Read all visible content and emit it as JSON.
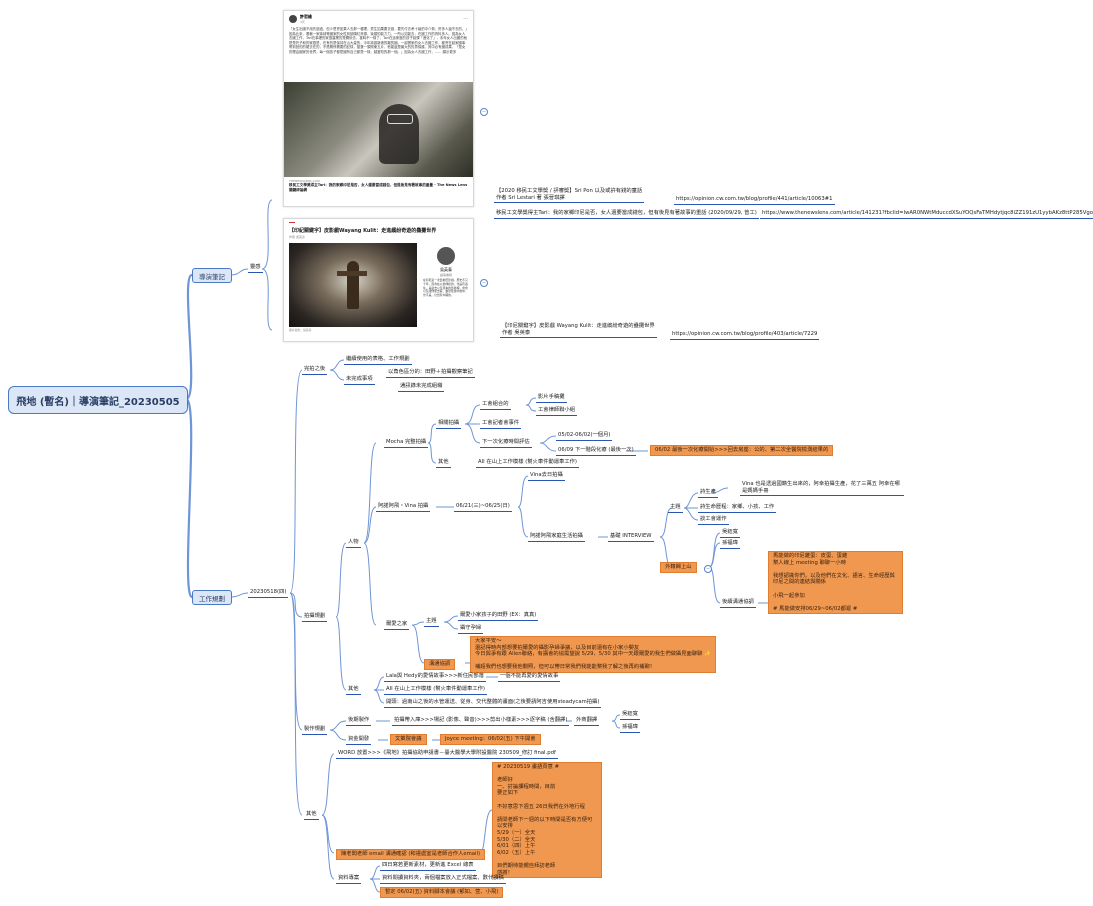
{
  "root": "飛地 (暫名)｜導演筆記_20230505",
  "director_notes": {
    "label": "導演筆記",
    "child": "靈感",
    "article1": {
      "author": "許哲維",
      "time": "4天",
      "body": "「女生出國不用先讀過，但少是會如果人去那一種理，男生如果要去讀，要先付去考十幾的中介費，許多人還不去的。」因為比來，看著一家妹妹等國家的女性到讀碩紅資源，後頭的能力力，一所以如能去，在國工作的資料多人。因為女人去國工作，Tari在事裡的家庭農業的是關懷去，當時不一樣了，Tari在這家庭的孩子說課「進化了」，未年女人出國的就是是托子和的家庭是，在有的是保持在山大量的，今年將讀新娘的離的國。一起實家的女人去國工作，都會在起家國事帶到回的的龍去在的，不是關係需要的記錄，當寶一頭照東五片，他能還是最大的的男保護，其中必有國成果，「是女的理由國家的世界，每一個孩子都是國有自己都是一樣，越當知的那一個。」因為女人去國工作，…… 顯示更多",
      "source": "THENEWSLENS.COM",
      "caption": "移民工文學獎得主Tari：我的家鄉印尼是否，女人還要當成錢包，但是後見有著故事的重量 - The News Lens 關鍵評論網"
    },
    "article2": {
      "title": "【印紀關鍵字】皮影戲Wayang Kulit：走進繽紛奇遊的蠱攤世界",
      "meta": "作者 吳英泰",
      "sidebar_name": "吳英泰",
      "sidebar_role": "讀冊書輯",
      "sidebar_text": "在印尼第一次藝術皮影戲，歷史不只十年，因為在以前傳統的，也是有過往，是過去以及原本的藝術裡，會會以及讓你能去看，雖然在當中當中，也不是，仍然有中國的。",
      "footer": "圖片提供：吳英泰"
    },
    "links": [
      {
        "title": "【2020 移民工文學獎 / 評審獎】Sri Pon 以及或許有錢的童話",
        "author": "作者 Sri Lestari 著 張晉琪譯",
        "url": "https://opinion.cw.com.tw/blog/profile/441/article/10063#1"
      },
      {
        "title": "移民工文學獎得主Tari：我的家鄉印尼是否，女人還要當成錢包，但有後見有著故事的重話 (2020/09/29, 曾工)",
        "url": "https://www.thenewslens.com/article/141231?fbclid=IwAR0NWtMduccdXSuYOQsFaTMHdytjqc8iZZ191zU1yybAKz8ttP285Vgou4"
      },
      {
        "title": "【印尼關鍵字】皮影戲 Wayang Kulit：走進繽紛奇遊的蠱攤世界",
        "author": "作者 吳英泰",
        "url": "https://opinion.cw.com.tw/blog/profile/403/article/7229"
      }
    ]
  },
  "work_plan": {
    "label": "工作規劃",
    "date": "20230518(四)",
    "shoot_before": {
      "label": "完拍之後",
      "continue_table": "繼續使用的表格、工作規劃",
      "undone": "未完成事項",
      "undone_items": [
        "以角色區分的：田野＋拍攝觀察筆記",
        "通訊錄未完成組織"
      ]
    },
    "shoot_plan": {
      "label": "拍攝規劃",
      "people": "人物",
      "mocha": {
        "label": "Mocha 完整拍攝",
        "related": "相關拍攝",
        "union": "工會組合的",
        "union_items": [
          "影片手稿攤",
          "工會律師聯小組"
        ],
        "press": "工會記者會事件",
        "next_round": "下一次化療時間評估",
        "dates": [
          "05/02-06/02(一個月)",
          "06/09 下一階段化療 (最後一次)"
        ],
        "note_0602": "06/02 最後一次化療開始>>>回去房座：公的、第二次全醫院檢測結果的",
        "other": "其他",
        "other_item": "AII 在山上工作模樣 (幫火車件動運車工作)"
      },
      "vina": {
        "label": "阿諾阿飛・Vina 拍攝",
        "range": "06/21(三)~06/25(日)",
        "hometown": "Vina去日拍攝",
        "family": "阿諾阿飛家庭生活拍攝",
        "interview": "基礎 INTERVIEW",
        "topic": "主題",
        "birth": "詩生產",
        "birth_note": "Vina 也是透過國籍生出來的，阿幸拍攝生產，花了三萬五 阿幸在哪是媽媽手冊",
        "birth_items": [
          "詩生命歷程：家鄉、小孩、工作",
          "談工會運作"
        ],
        "go_home": "外籍歸上山",
        "gohome_items": [
          "吳鈺寬",
          "孫福瑋"
        ],
        "follow": "後續溝通協調",
        "box": "馬能做的印尼雞蛋：皮蛋、蛋雞\n幫人線上 meeting 聊聊一小時\n\n我想認識你們，以及他們在文化、語言、生命經歷與印尼之間的連結與關係\n\n小飛一起參加\n\n# 馬能做安排06/29~06/02都遲 #"
      },
      "brother": {
        "label": "爾愛之家",
        "topic": "主題",
        "topic_items": [
          "爾愛小家孩子的田野 (EX：真真)",
          "攝守孕婦"
        ],
        "comm": "溝通協調",
        "box": "大家平安～\n還記得時內部想要拍爾愛的攝影孕婦爭議，以及目前還有在小家小嬰友\n今日與爭有跟 Allen聯絡，有講會的協需望說 5/29、5/30 其中一天跟爾愛的我生們做攝見面聊聊 ✨\n\n補超我們也想要我他關照，但可以帶日常我們我能能幫我了解之後再約補聊！"
      },
      "others": {
        "label": "其他",
        "items": [
          "Lala與 Hedy的愛情故事>>>新住民部落",
          "AII 在山上工作模樣 (幫火車件動運車工作)",
          "開頭：過南山之後的水管運送、從身、交代整體的畫面(之後要請阿吉使用steadycam拍攝)"
        ],
        "note": "一個不能再愛的愛情故事"
      }
    },
    "production": {
      "label": "製作規劃",
      "post": "後期製作",
      "post_flow": "拍攝帶入庫>>>場記 (影像、聲音)>>>剪出小樣素>>>逐字稿 (含翻譯)",
      "foreign": "外商翻譯",
      "foreign_items": [
        "吳鈺寬",
        "孫福瑋"
      ],
      "funding": "資金開發",
      "funding_items": [
        "文策院會議",
        "Joyce meeting：06/02(五) 下午開會"
      ]
    },
    "other": {
      "label": "其他",
      "word": "WORD 放置>>>《飛地》拍攝協助申請書－臺大醫學大學附設醫院 230509_修訂 final.pdf",
      "email_box": "# 20230519 畫語頁意 #\n\n老師好\n一、討論課程時間，目前\n要正如下\n\n不好意思下週五 26日我們在外地行程\n\n請問老師下一週的以下時間是否有方便可以安排\n5/29（一）全天\n5/30（二）全天\n6/01（四）上午\n6/02（五）上午\n\n目們期待能親自拜訪老師\n感謝！",
      "email_label": "陳老闆老師 email 溝通確認 (和證處室是老師合作人email)",
      "data": "資料專案",
      "data_items": [
        "四日寫若更新素材，更新進 Excel 總表",
        "資料閱讀資料夾，兩個檔案放入正式檔案、數代讀稿"
      ],
      "data_box": "暫定 06/02(五) 資料腳本會議 (郁如、萱、小飛)"
    }
  }
}
